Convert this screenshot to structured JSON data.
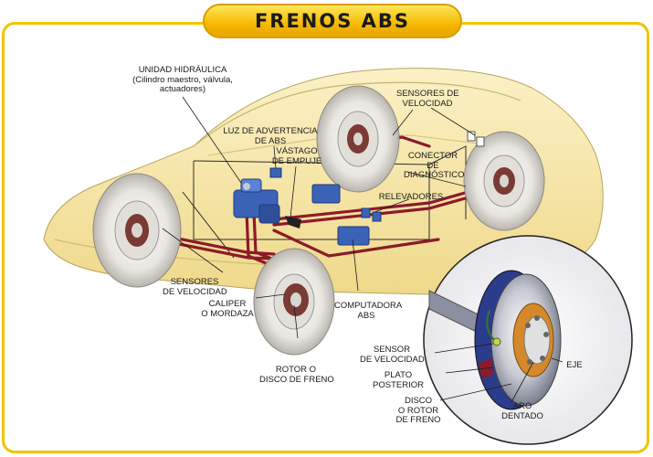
{
  "title": "FRENOS ABS",
  "colors": {
    "frame": "#f3c300",
    "car_body": "#f6e6a6",
    "brake_line": "#8c1a2a",
    "hydraulic_unit": "#3a63b8",
    "title_gradient_top": "#ffe75a",
    "title_gradient_bottom": "#e8a400"
  },
  "labels": {
    "hydraulic_unit": [
      "UNIDAD HIDRÁULICA",
      "(Cilindro maestro, válvula,",
      "actuadores)"
    ],
    "warning_light": [
      "LUZ DE ADVERTENCIA",
      "DE ABS"
    ],
    "push_rod": [
      "VÁSTAGO",
      "DE EMPUJE"
    ],
    "speed_sensors_top": [
      "SENSORES DE",
      "VELOCIDAD"
    ],
    "diagnostic_connector": [
      "CONECTOR",
      "DE",
      "DIAGNÓSTICO"
    ],
    "relays": [
      "RELEVADORES"
    ],
    "speed_sensors_left": [
      "SENSORES",
      "DE VELOCIDAD"
    ],
    "caliper": [
      "CALIPER",
      "O MORDAZA"
    ],
    "computer": [
      "COMPUTADORA",
      "ABS"
    ],
    "rotor": [
      "ROTOR O",
      "DISCO DE FRENO"
    ],
    "speed_sensor_detail": [
      "SENSOR",
      "DE VELOCIDAD"
    ],
    "backing_plate": [
      "PLATO",
      "POSTERIOR"
    ],
    "disc_rotor": [
      "DISCO",
      "O ROTOR",
      "DE FRENO"
    ],
    "axle": [
      "EJE"
    ],
    "toothed_ring": [
      "ARO",
      "DENTADO"
    ]
  }
}
